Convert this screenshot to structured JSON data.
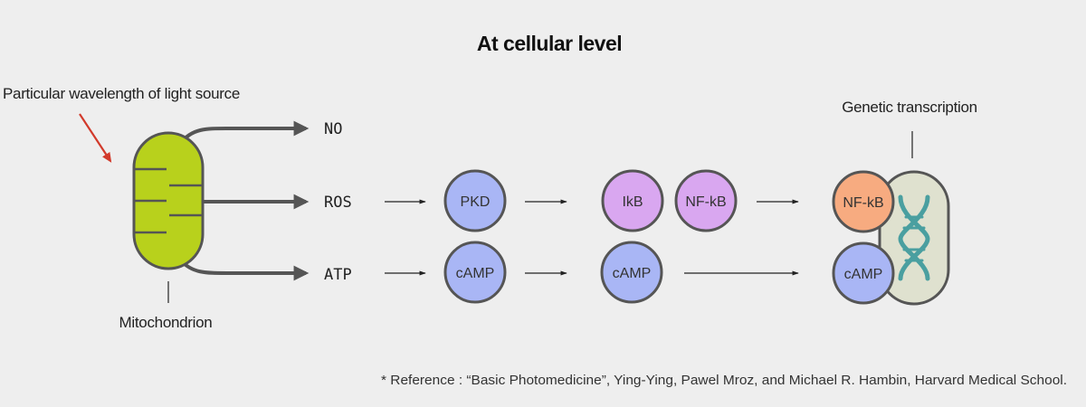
{
  "title": "At cellular level",
  "light_source_label": "Particular wavelength of light source",
  "mitochondrion_label": "Mitochondrion",
  "genetic_label": "Genetic transcription",
  "outputs": {
    "no": "NO",
    "ros": "ROS",
    "atp": "ATP"
  },
  "nodes": {
    "pkd": "PKD",
    "camp_1": "cAMP",
    "ikb": "IkB",
    "nfkb": "NF-kB",
    "camp_2": "cAMP",
    "nfkb_nucleus": "NF-kB",
    "camp_nucleus": "cAMP"
  },
  "reference": "* Reference : “Basic Photomedicine”, Ying-Ying, Pawel Mroz, and Michael R. Hambin, Harvard Medical School.",
  "colors": {
    "background": "#eeeeee",
    "mitochondrion_fill": "#b8d11c",
    "blue_node": "#a9b6f5",
    "purple_node": "#d9a7f0",
    "orange_node": "#f7ab80",
    "nucleus_fill": "#dfe1cf",
    "dna": "#4a9fa0",
    "light_arrow": "#d23a2b",
    "stroke": "#555555"
  }
}
